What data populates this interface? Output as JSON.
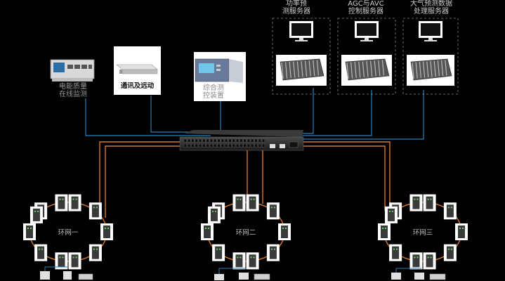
{
  "devices": {
    "power_quality": {
      "label_line1": "电能质量",
      "label_line2": "在线监测"
    },
    "comm_remote": {
      "label": "通讯及远动"
    },
    "integrated": {
      "label_line1": "综合测",
      "label_line2": "控装置"
    }
  },
  "server_groups": [
    {
      "label_line1": "功率预",
      "label_line2": "测服务器"
    },
    {
      "label_line1": "AGC与AVC",
      "label_line2": "控制服务器"
    },
    {
      "label_line1": "大气预测数据",
      "label_line2": "处理服务器"
    }
  ],
  "rings": [
    {
      "label": "环网一"
    },
    {
      "label": "环网二"
    },
    {
      "label": "环网三"
    }
  ],
  "colors": {
    "background": "#000000",
    "blue_link": "#2b7fb8",
    "orange_link": "#d9772a",
    "switch_body": "#2a2a2a"
  }
}
